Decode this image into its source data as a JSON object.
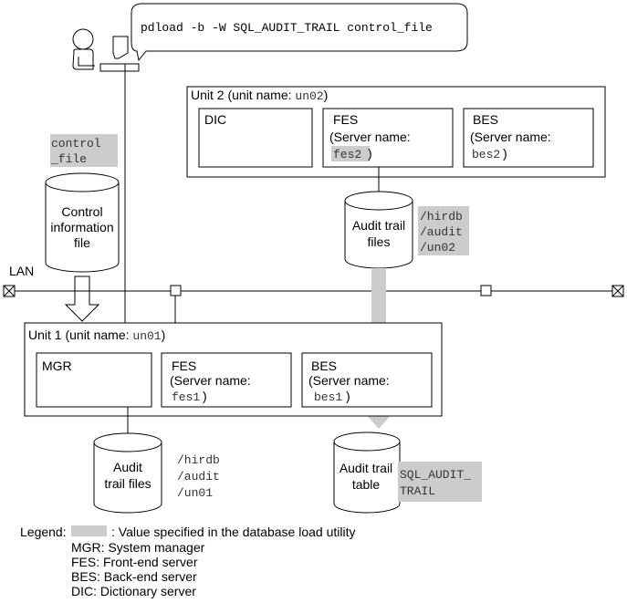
{
  "command": {
    "text": "pdload -b -W SQL_AUDIT_TRAIL control_file"
  },
  "control_file": {
    "label_line1": "control",
    "label_line2": "_file",
    "db_line1": "Control",
    "db_line2": "information",
    "db_line3": "file"
  },
  "lan": {
    "label": "LAN"
  },
  "unit2": {
    "title_prefix": "Unit 2 (unit name: ",
    "title_name": "un02",
    "title_suffix": ")",
    "dic": {
      "label": "DIC"
    },
    "fes": {
      "label": "FES",
      "server_prefix": "(Server name:",
      "server_name": "fes2",
      "server_suffix": ")"
    },
    "bes": {
      "label": "BES",
      "server_prefix": "(Server name:",
      "server_name": "bes2",
      "server_suffix": ")"
    },
    "audit_db": {
      "line1": "Audit trail",
      "line2": "files"
    },
    "path": {
      "line1": "/hirdb",
      "line2": "/audit",
      "line3": "/un02"
    }
  },
  "unit1": {
    "title_prefix": "Unit 1 (unit name: ",
    "title_name": "un01",
    "title_suffix": ")",
    "mgr": {
      "label": "MGR"
    },
    "fes": {
      "label": "FES",
      "server_prefix": "(Server name:",
      "server_name": "fes1",
      "server_suffix": ")"
    },
    "bes": {
      "label": "BES",
      "server_prefix": "(Server name:",
      "server_name": "bes1",
      "server_suffix": ")"
    },
    "audit_db": {
      "line1": "Audit",
      "line2": "trail files"
    },
    "path": {
      "line1": "/hirdb",
      "line2": "/audit",
      "line3": "/un01"
    },
    "table_db": {
      "line1": "Audit trail",
      "line2": "table"
    },
    "table_name": {
      "line1": "SQL_AUDIT_",
      "line2": "TRAIL"
    }
  },
  "legend": {
    "title": "Legend:",
    "swatch_desc": ": Value specified in the database load utility",
    "items": [
      "MGR: System manager",
      "FES: Front-end server",
      "BES: Back-end server",
      "DIC: Dictionary server"
    ],
    "highlight_color": "#cccccc"
  }
}
